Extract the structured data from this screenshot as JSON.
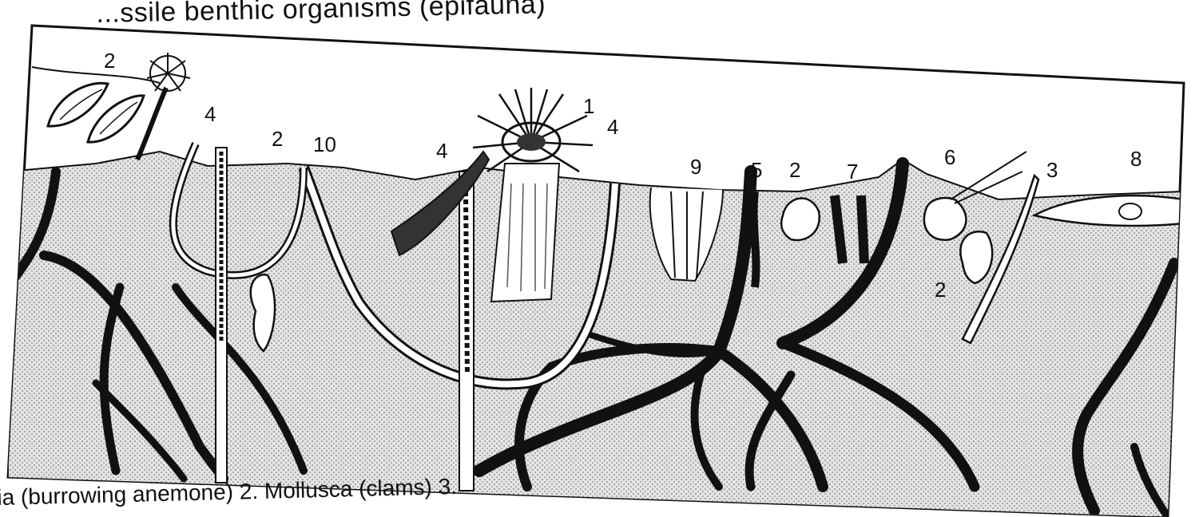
{
  "header": {
    "title": "...ssile benthic organisms (epifauna)"
  },
  "diagram": {
    "labels": [
      "1",
      "2",
      "2",
      "2",
      "2",
      "3",
      "4",
      "4",
      "4",
      "5",
      "6",
      "7",
      "8",
      "9",
      "10"
    ]
  },
  "caption": {
    "text": "ia  (burrowing anemone)  2. Mollusca  (clams)  3."
  },
  "colors": {
    "ink": "#111111",
    "paper": "#ffffff",
    "sediment": "#d9d9d9"
  }
}
